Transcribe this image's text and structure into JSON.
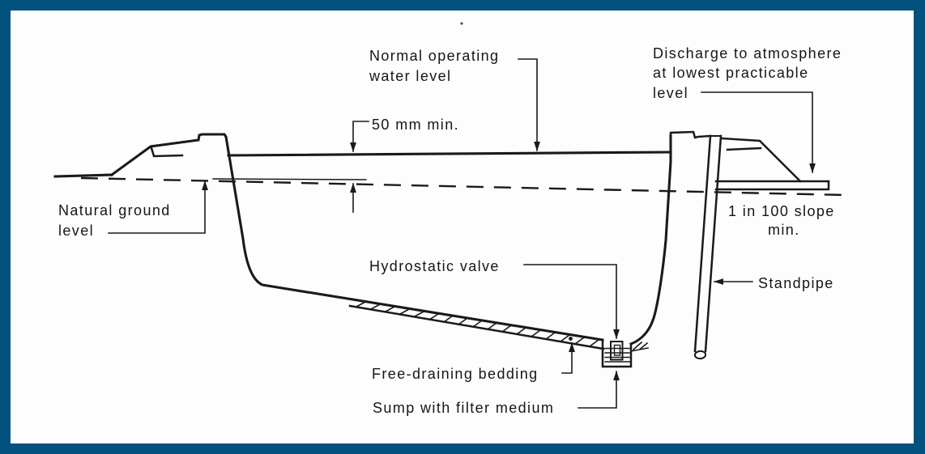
{
  "figure": {
    "description_type": "engineering-cross-section-line-drawing",
    "colors": {
      "border": "#02517e",
      "paper": "#fdfdfd",
      "ink": "#1a1a1a"
    },
    "labels": {
      "normal_operating": {
        "line1": "Normal operating",
        "line2": "water level"
      },
      "discharge": {
        "line1": "Discharge to atmosphere",
        "line2": "at lowest practicable",
        "line3": "level"
      },
      "dim_50mm": "50 mm min.",
      "natural_ground": {
        "line1": "Natural ground",
        "line2": "level"
      },
      "hydrostatic_valve": "Hydrostatic valve",
      "slope": {
        "line1": "1 in 100 slope",
        "line2": "min."
      },
      "standpipe": "Standpipe",
      "free_draining_bedding": "Free-draining bedding",
      "sump": "Sump with filter medium"
    }
  }
}
